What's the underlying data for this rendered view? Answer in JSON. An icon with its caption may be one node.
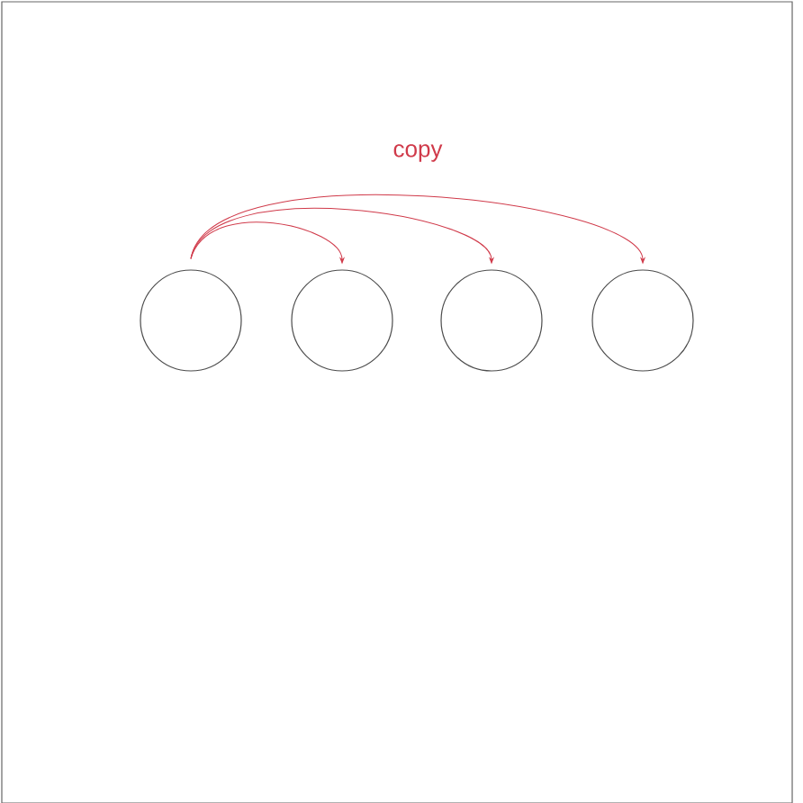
{
  "diagram": {
    "nodes": [
      {
        "text": [],
        "shape": "circle"
      },
      {
        "text": [],
        "shape": "circle"
      },
      {
        "text": [],
        "shape": "circle"
      },
      {
        "text": [],
        "shape": "circle"
      }
    ],
    "edges": [
      {
        "from": 0,
        "to": 1,
        "arrow": "to",
        "color": "#d03a4a"
      },
      {
        "from": 0,
        "to": 2,
        "arrow": "to",
        "color": "#d03a4a"
      },
      {
        "from": 0,
        "to": 3,
        "arrow": "to",
        "color": "#d03a4a",
        "label": "copy"
      }
    ]
  }
}
